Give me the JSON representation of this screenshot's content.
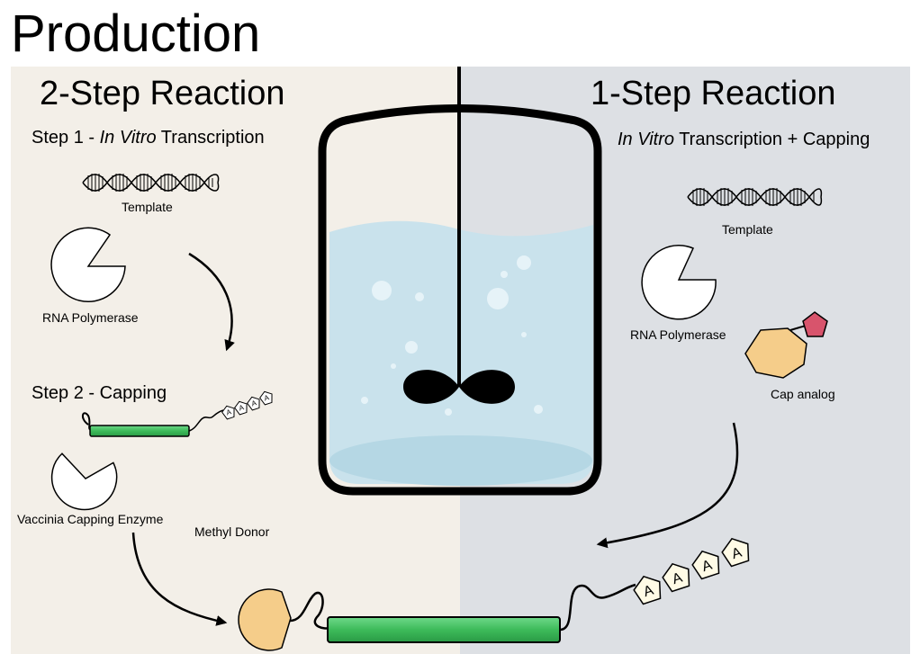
{
  "title": "Production",
  "left": {
    "heading": "2-Step Reaction",
    "step1_prefix": "Step 1 - ",
    "step1_italic": "In Vitro",
    "step1_suffix": " Transcription",
    "template_label": "Template",
    "polymerase_label": "RNA Polymerase",
    "step2": "Step 2 - Capping",
    "capping_enzyme_label": "Vaccinia Capping Enzyme",
    "methyl_donor_label": "Methyl Donor"
  },
  "right": {
    "heading": "1-Step Reaction",
    "sub_italic": "In Vitro",
    "sub_suffix": " Transcription + Capping",
    "template_label": "Template",
    "polymerase_label": "RNA Polymerase",
    "cap_analog_label": "Cap analog"
  },
  "polya_letter": "A",
  "colors": {
    "left_panel": "#f3efe8",
    "right_panel": "#dde0e4",
    "liquid": "#c9e2ec",
    "mrna_body": "#3dbb5a",
    "cap": "#f5cd8a",
    "cap_analog_pentagon": "#d8546c"
  }
}
